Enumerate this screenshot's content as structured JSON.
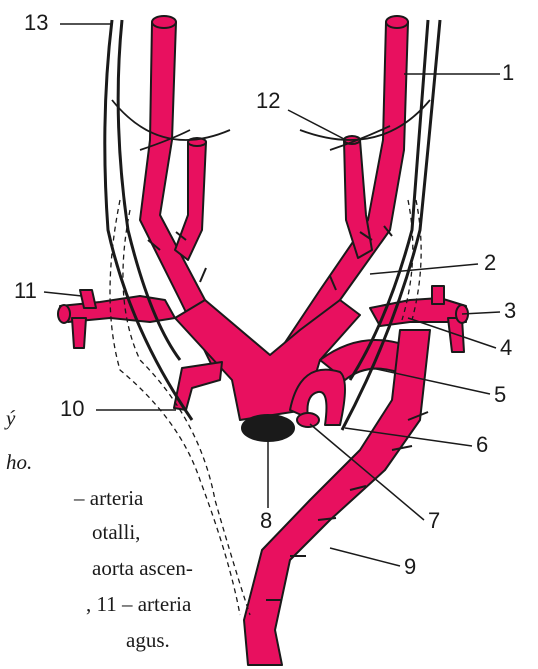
{
  "labels": {
    "l1": "1",
    "l2": "2",
    "l3": "3",
    "l4": "4",
    "l5": "5",
    "l6": "6",
    "l7": "7",
    "l8": "8",
    "l9": "9",
    "l10": "10",
    "l11": "11",
    "l12": "12",
    "l13": "13"
  },
  "caption_fragment": {
    "line1": "ý",
    "line2": "ho.",
    "line3": "– arteria",
    "line4": "otalli,",
    "line5": "aorta ascen-",
    "line6": ", 11 – arteria",
    "line7": "agus."
  },
  "colors": {
    "vessel": "#e8105f",
    "vessel_dark": "#b00a45",
    "line": "#1a1a1a",
    "background": "#ffffff"
  }
}
